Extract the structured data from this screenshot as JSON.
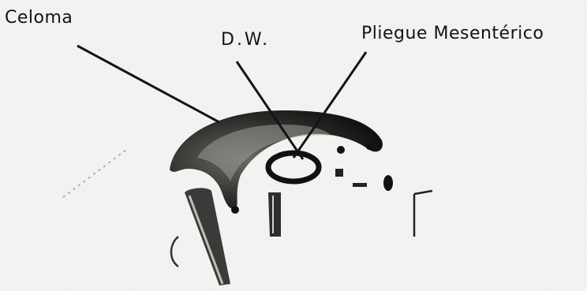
{
  "labels": {
    "celoma": "Celoma",
    "dw": "D.W.",
    "pliegue": "Pliegue Mesentérico"
  },
  "colors": {
    "ink": "#141414",
    "paper": "#f7f7f5",
    "speckle": "#8a8a86"
  }
}
